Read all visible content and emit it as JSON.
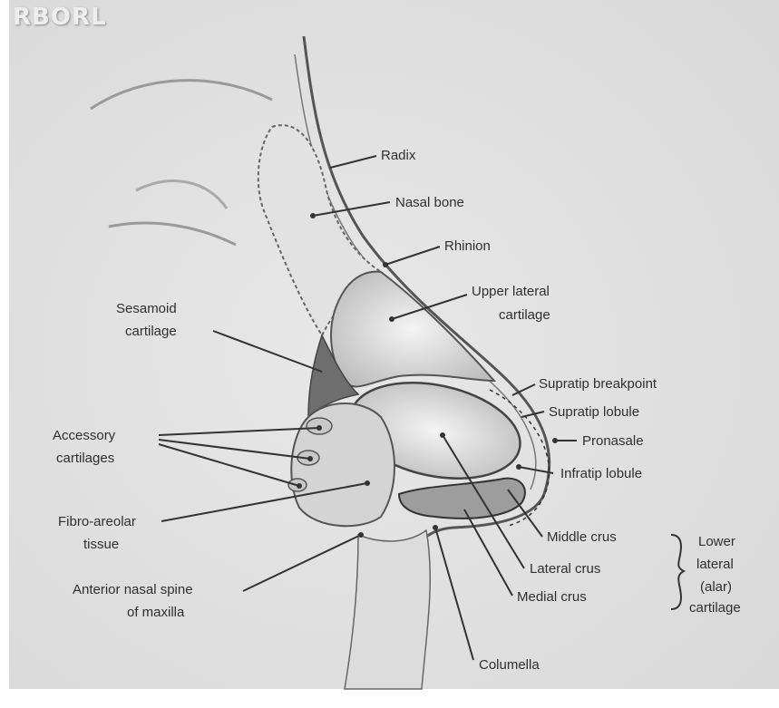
{
  "watermark": "RBORL",
  "labels": {
    "radix": "Radix",
    "nasal_bone": "Nasal bone",
    "rhinion": "Rhinion",
    "upper_lateral_1": "Upper lateral",
    "upper_lateral_2": "cartilage",
    "sesamoid_1": "Sesamoid",
    "sesamoid_2": "cartilage",
    "supratip_breakpoint": "Supratip breakpoint",
    "supratip_lobule": "Supratip lobule",
    "pronasale": "Pronasale",
    "infratip_lobule": "Infratip lobule",
    "accessory_1": "Accessory",
    "accessory_2": "cartilages",
    "fibro_1": "Fibro-areolar",
    "fibro_2": "tissue",
    "middle_crus": "Middle crus",
    "lateral_crus": "Lateral crus",
    "medial_crus": "Medial crus",
    "lower_lateral_1": "Lower",
    "lower_lateral_2": "lateral",
    "lower_lateral_3": "(alar)",
    "lower_lateral_4": "cartilage",
    "ans_1": "Anterior nasal spine",
    "ans_2": "of maxilla",
    "columella": "Columella"
  }
}
